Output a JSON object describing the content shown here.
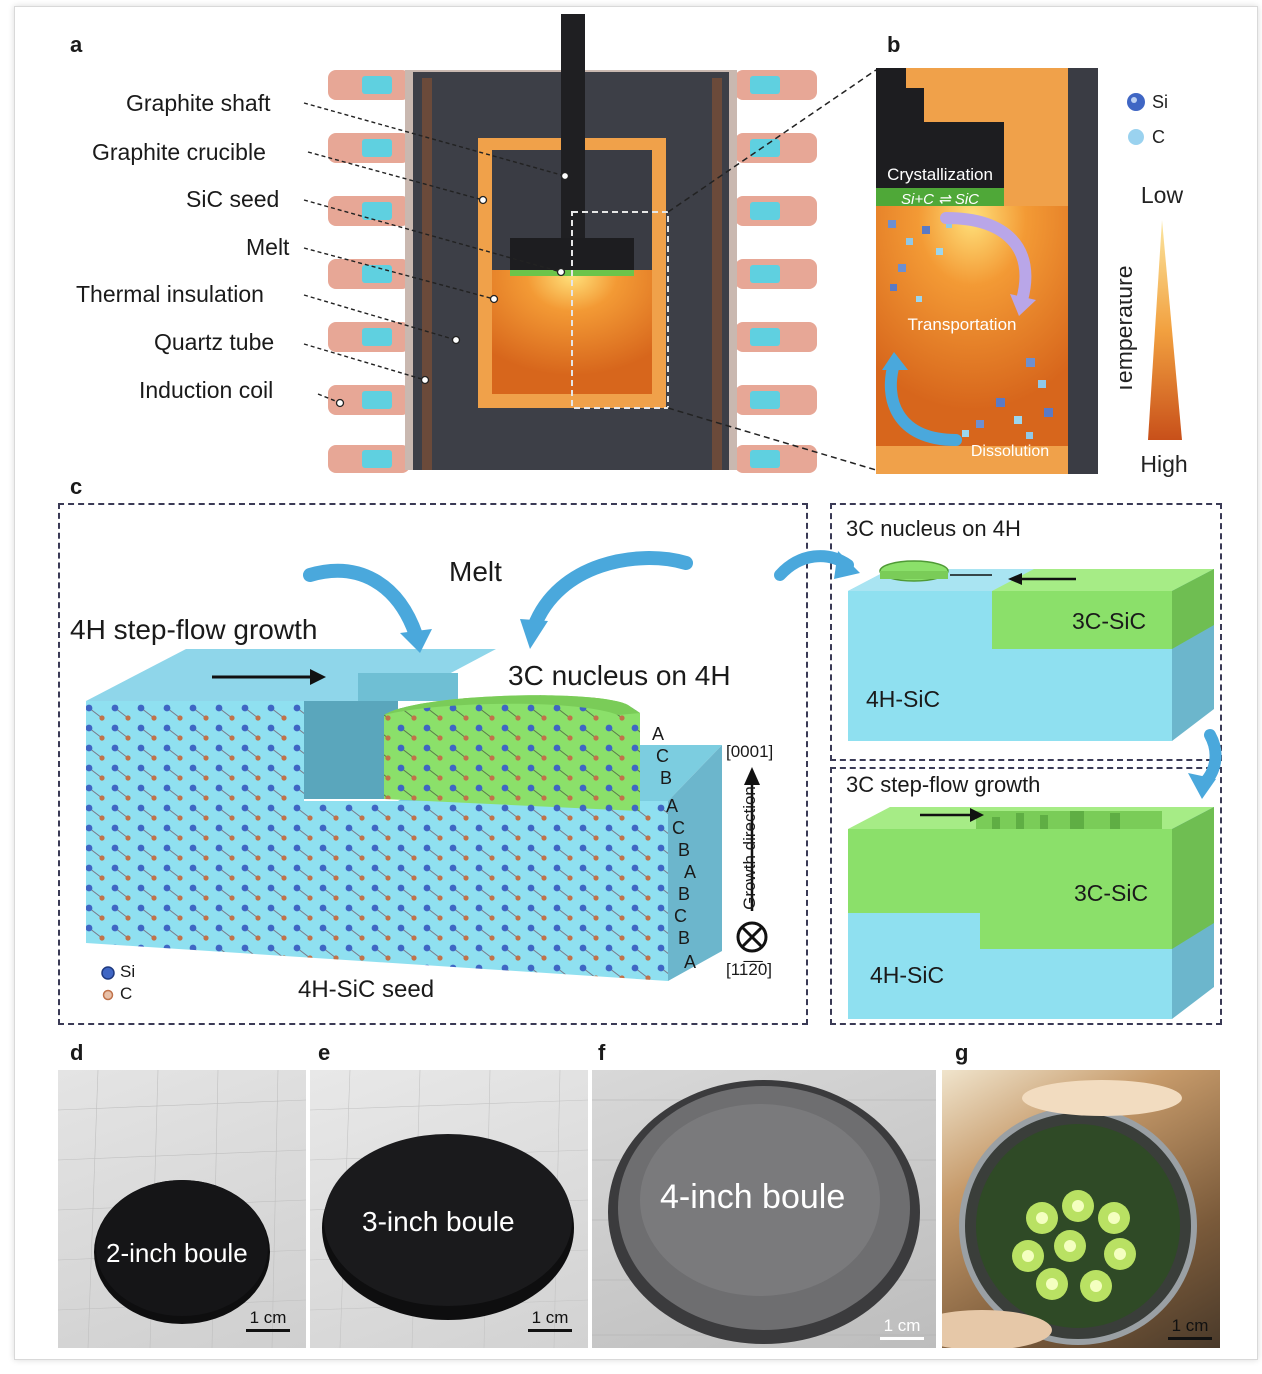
{
  "panels": {
    "a": {
      "label": "a",
      "callouts": [
        "Graphite shaft",
        "Graphite crucible",
        "SiC seed",
        "Melt",
        "Thermal insulation",
        "Quartz tube",
        "Induction coil"
      ]
    },
    "b": {
      "label": "b",
      "legend": {
        "si": "Si",
        "c": "C"
      },
      "crystallization": "Crystallization",
      "reaction": "Si+C ⇌ SiC",
      "transportation": "Transportation",
      "dissolution": "Dissolution",
      "temperature": {
        "title": "Temperature",
        "low": "Low",
        "high": "High"
      }
    },
    "c": {
      "label": "c",
      "melt": "Melt",
      "step_flow_4h": "4H step-flow growth",
      "nucleus_3c": "3C nucleus on 4H",
      "stacking": [
        "A",
        "C",
        "B",
        "A",
        "C",
        "B",
        "A",
        "B",
        "C",
        "B",
        "A"
      ],
      "dir_top": "[0001]",
      "growth_direction": "Growth direction",
      "dir_bottom": "[11̅2̅0]",
      "seed": "4H-SiC seed",
      "legend": {
        "si": "Si",
        "c": "C"
      },
      "inset1": {
        "title": "3C nucleus on 4H",
        "top": "3C-SiC",
        "bottom": "4H-SiC"
      },
      "inset2": {
        "title": "3C step-flow growth",
        "top": "3C-SiC",
        "bottom": "4H-SiC"
      }
    },
    "d": {
      "label": "d",
      "caption": "2-inch boule",
      "scale": "1 cm"
    },
    "e": {
      "label": "e",
      "caption": "3-inch boule",
      "scale": "1 cm"
    },
    "f": {
      "label": "f",
      "caption": "4-inch boule",
      "scale": "1 cm"
    },
    "g": {
      "label": "g",
      "scale": "1 cm"
    }
  },
  "colors": {
    "coil": "#e7a796",
    "coil_core": "#5fd0e0",
    "insulation": "#3d3f47",
    "crucible": "#f0a14a",
    "melt": "#e8812a",
    "crystal_4h": "#8fe0f0",
    "crystal_3c": "#8be06a",
    "arrow_blue": "#4aa8dc"
  }
}
